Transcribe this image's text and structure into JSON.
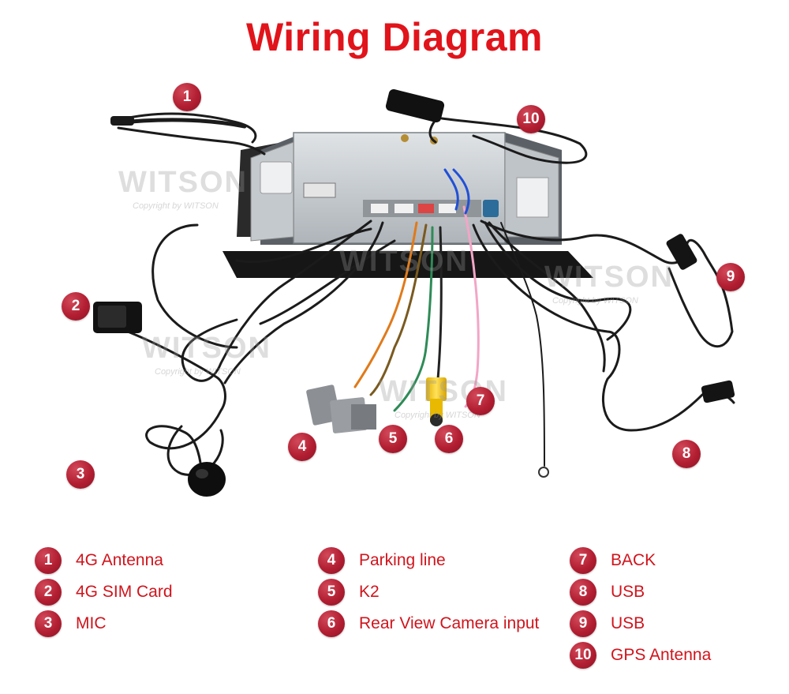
{
  "title": "Wiring Diagram",
  "watermark": {
    "brand": "WITSON",
    "copyright": "Copyright by WITSON"
  },
  "callouts": [
    "1",
    "2",
    "3",
    "4",
    "5",
    "6",
    "7",
    "8",
    "9",
    "10"
  ],
  "legend": [
    {
      "number": "1",
      "label": "4G Antenna"
    },
    {
      "number": "2",
      "label": "4G SIM Card"
    },
    {
      "number": "3",
      "label": "MIC"
    },
    {
      "number": "4",
      "label": "Parking line"
    },
    {
      "number": "5",
      "label": "K2"
    },
    {
      "number": "6",
      "label": "Rear View Camera input"
    },
    {
      "number": "7",
      "label": "BACK"
    },
    {
      "number": "8",
      "label": "USB"
    },
    {
      "number": "9",
      "label": "USB"
    },
    {
      "number": "10",
      "label": "GPS Antenna"
    }
  ],
  "colors": {
    "title": "#e1141b",
    "badge": "#b21e32",
    "label": "#d0141c"
  }
}
